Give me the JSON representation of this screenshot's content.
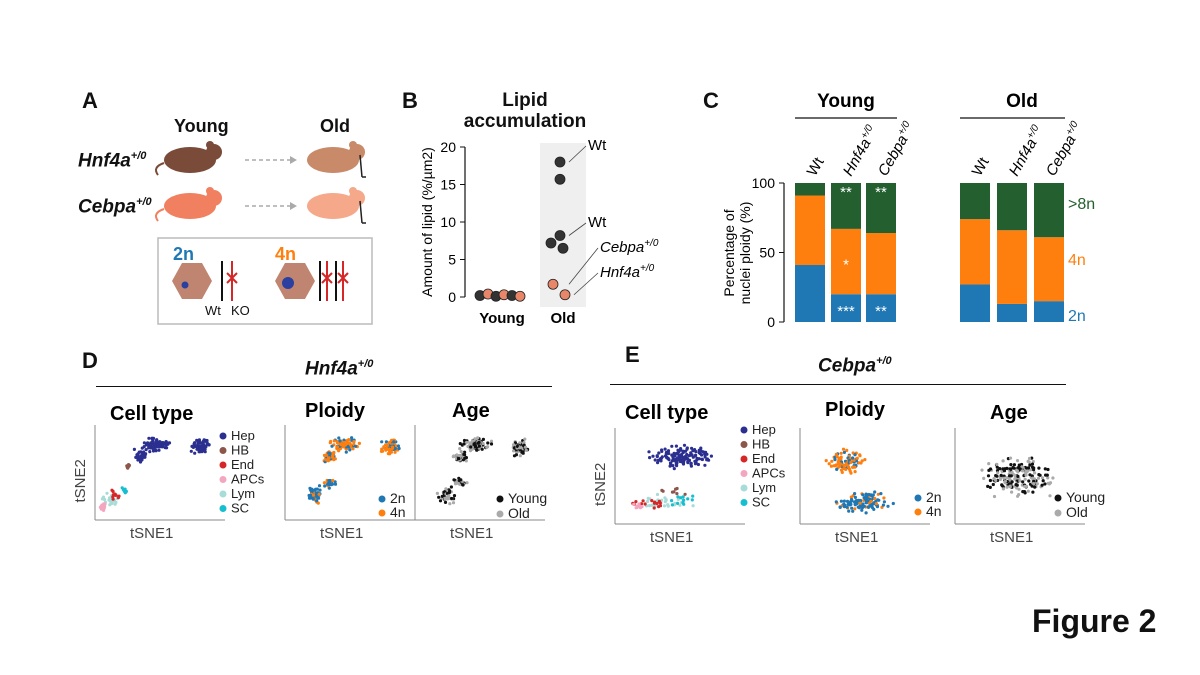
{
  "panelA": {
    "label": "A",
    "col_young": "Young",
    "col_old": "Old",
    "row1": "Hnf4a",
    "row1_sup": "+/0",
    "row2": "Cebpa",
    "row2_sup": "+/0",
    "ploidy_2n": "2n",
    "ploidy_4n": "4n",
    "wt": "Wt",
    "ko": "KO",
    "colors": {
      "2n": "#1f77b4",
      "4n": "#ff7f0e",
      "ko": "#d62728",
      "mouse_young": "#7b4b3a",
      "mouse_old": "#c98a6a",
      "mouse_young2": "#f08060",
      "mouse_old2": "#f5a88a"
    }
  },
  "panelB": {
    "label": "B",
    "title_line1": "Lipid",
    "title_line2": "accumulation",
    "chart_data": {
      "type": "scatter",
      "title": "Lipid accumulation",
      "ylabel": "Amount of lipid (%/µm2)",
      "ylim": [
        0,
        20
      ],
      "yticks": [
        "0",
        "5",
        "10",
        "15",
        "20"
      ],
      "categories": [
        "Young",
        "Old"
      ],
      "young_values": [
        0.2,
        0.4,
        0.1,
        0.3,
        0.2,
        0.1
      ],
      "old_values": [
        18,
        15.7,
        8.2,
        7.2,
        6.5,
        1.7,
        0.3
      ],
      "old_colors": [
        "#333333",
        "#333333",
        "#333333",
        "#333333",
        "#333333",
        "#e8866a",
        "#e8866a"
      ],
      "annotations": [
        {
          "text": "Wt",
          "value": 18
        },
        {
          "text": "Wt",
          "value": 8.2
        },
        {
          "text": "Cebpa",
          "sup": "+/0",
          "value": 1.7
        },
        {
          "text": "Hnf4a",
          "sup": "+/0",
          "value": 0.3
        }
      ]
    }
  },
  "panelC": {
    "label": "C",
    "group_young": "Young",
    "group_old": "Old",
    "chart_data": {
      "type": "bar",
      "ylabel": "Percentage of nuclei ploidy (%)",
      "ylim": [
        0,
        100
      ],
      "yticks": [
        "0",
        "50",
        "100"
      ],
      "colors": {
        "2n": "#1f77b4",
        "4n": "#ff7f0e",
        ">8n": "#235f2f"
      },
      "legend": [
        ">8n",
        "4n",
        "2n"
      ],
      "bars": [
        {
          "group": "Young",
          "label": "Wt",
          "sup": "",
          "v2n": 41,
          "v4n": 50,
          "v8n": 9,
          "sig2n": "",
          "sig4n": "",
          "sig8n": ""
        },
        {
          "group": "Young",
          "label": "Hnf4a",
          "sup": "+/0",
          "v2n": 20,
          "v4n": 47,
          "v8n": 33,
          "sig2n": "***",
          "sig4n": "*",
          "sig8n": "**"
        },
        {
          "group": "Young",
          "label": "Cebpa",
          "sup": "+/0",
          "v2n": 20,
          "v4n": 44,
          "v8n": 36,
          "sig2n": "**",
          "sig4n": "",
          "sig8n": "**"
        },
        {
          "group": "Old",
          "label": "Wt",
          "sup": "",
          "v2n": 27,
          "v4n": 47,
          "v8n": 26,
          "sig2n": "",
          "sig4n": "",
          "sig8n": ""
        },
        {
          "group": "Old",
          "label": "Hnf4a",
          "sup": "+/0",
          "v2n": 13,
          "v4n": 53,
          "v8n": 34,
          "sig2n": "",
          "sig4n": "",
          "sig8n": ""
        },
        {
          "group": "Old",
          "label": "Cebpa",
          "sup": "+/0",
          "v2n": 15,
          "v4n": 46,
          "v8n": 39,
          "sig2n": "",
          "sig4n": "",
          "sig8n": ""
        }
      ]
    }
  },
  "panelD": {
    "label": "D",
    "title": "Hnf4a",
    "title_sup": "+/0",
    "sub_celltype": "Cell type",
    "sub_ploidy": "Ploidy",
    "sub_age": "Age",
    "xlabel": "tSNE1",
    "ylabel": "tSNE2"
  },
  "panelE": {
    "label": "E",
    "title": "Cebpa",
    "title_sup": "+/0",
    "sub_celltype": "Cell type",
    "sub_ploidy": "Ploidy",
    "sub_age": "Age",
    "xlabel": "tSNE1",
    "ylabel": "tSNE2"
  },
  "legend_celltype": [
    {
      "name": "Hep",
      "color": "#2b2f8f"
    },
    {
      "name": "HB",
      "color": "#8c564b"
    },
    {
      "name": "End",
      "color": "#d62728"
    },
    {
      "name": "APCs",
      "color": "#f4a6c0"
    },
    {
      "name": "Lym",
      "color": "#a8dcd8"
    },
    {
      "name": "SC",
      "color": "#17becf"
    }
  ],
  "legend_ploidy": [
    {
      "name": "2n",
      "color": "#1f77b4"
    },
    {
      "name": "4n",
      "color": "#ff7f0e"
    }
  ],
  "legend_age": [
    {
      "name": "Young",
      "color": "#111111"
    },
    {
      "name": "Old",
      "color": "#aaaaaa"
    }
  ],
  "figure_label": "Figure 2"
}
